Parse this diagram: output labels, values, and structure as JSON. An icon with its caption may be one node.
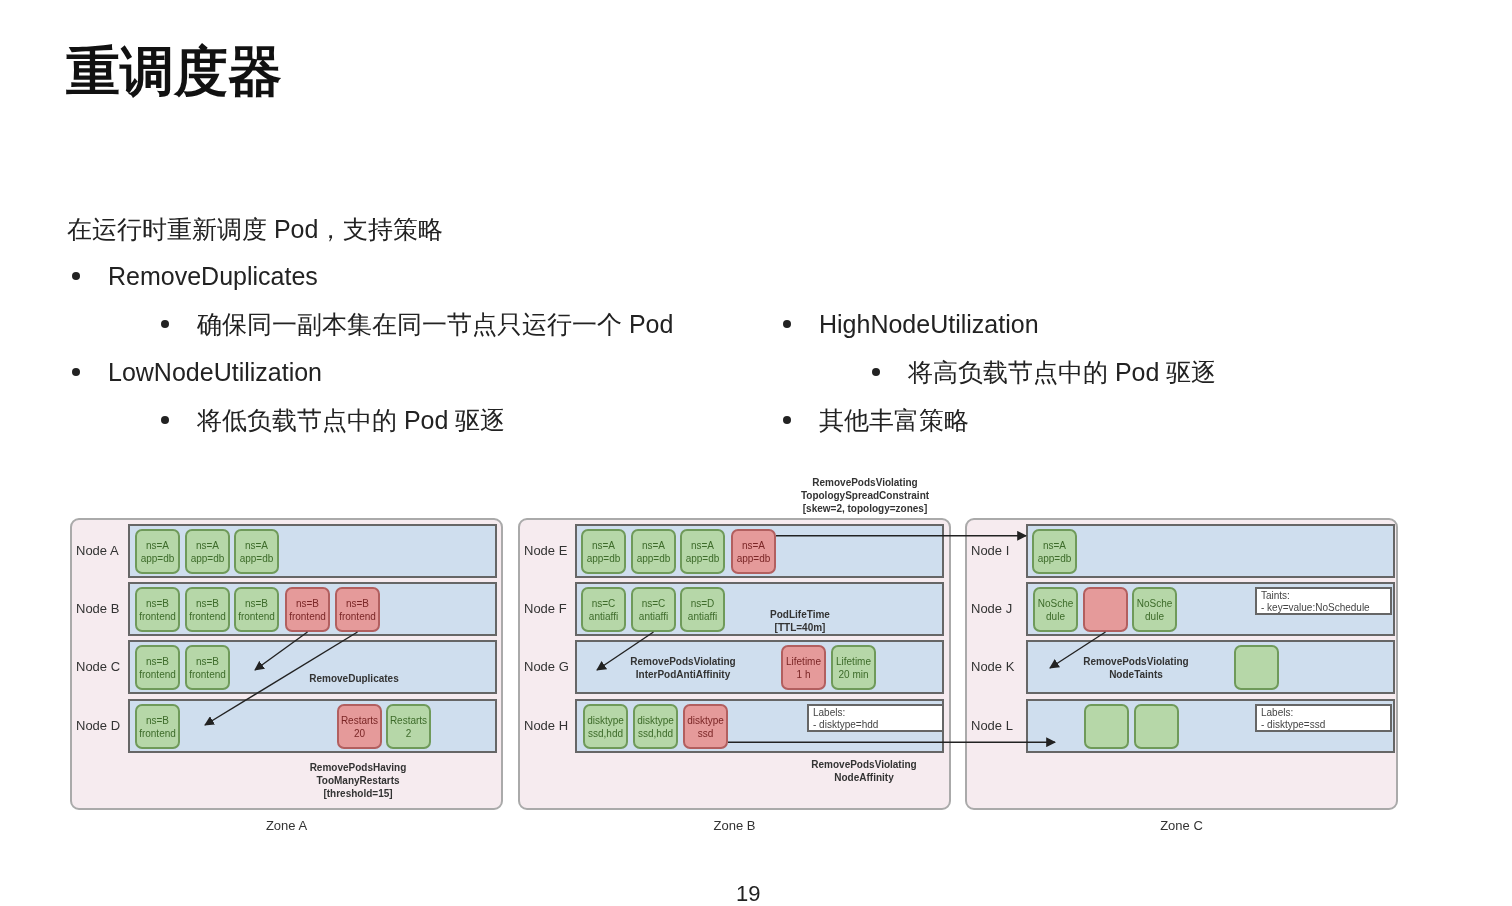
{
  "diagram": {
    "title": "重调度器",
    "nodes": [
      {
        "text": [
          "Zone A"
        ]
      },
      {
        "text": [
          "Node A"
        ],
        "in": 0
      },
      {
        "text": [
          "ns=A app=db"
        ],
        "in": 1
      },
      {
        "text": [
          "ns=A app=db"
        ],
        "in": 1
      },
      {
        "text": [
          "ns=A app=db"
        ],
        "in": 1
      },
      {
        "text": [
          "Node B"
        ],
        "in": 0
      },
      {
        "text": [
          "ns=B frontend"
        ],
        "in": 5
      },
      {
        "text": [
          "ns=B frontend"
        ],
        "in": 5
      },
      {
        "text": [
          "ns=B frontend"
        ],
        "in": 5
      },
      {
        "text": [
          "ns=B frontend"
        ],
        "in": 5
      },
      {
        "text": [
          "ns=B frontend"
        ],
        "in": 5
      },
      {
        "text": [
          "Node C"
        ],
        "in": 0
      },
      {
        "text": [
          "ns=B frontend"
        ],
        "in": 11
      },
      {
        "text": [
          "ns=B frontend"
        ],
        "in": 11
      },
      {
        "text": [
          "Node D"
        ],
        "in": 0
      },
      {
        "text": [
          "ns=B frontend"
        ],
        "in": 14
      },
      {
        "text": [
          "Restarts 20"
        ],
        "in": 14
      },
      {
        "text": [
          "Restarts 2"
        ],
        "in": 14
      },
      {
        "text": [
          "Zone B"
        ]
      },
      {
        "text": [
          "Node E"
        ],
        "in": 18
      },
      {
        "text": [
          "ns=A app=db"
        ],
        "in": 19
      },
      {
        "text": [
          "ns=A app=db"
        ],
        "in": 19
      },
      {
        "text": [
          "ns=A app=db"
        ],
        "in": 19
      },
      {
        "text": [
          "ns=A app=db"
        ],
        "in": 19
      },
      {
        "text": [
          "Node F"
        ],
        "in": 18
      },
      {
        "text": [
          "ns=C antiaffi"
        ],
        "in": 24
      },
      {
        "text": [
          "ns=C antiaffi"
        ],
        "in": 24
      },
      {
        "text": [
          "ns=D antiaffi"
        ],
        "in": 24
      },
      {
        "text": [
          "Node G"
        ],
        "in": 18
      },
      {
        "text": [
          "Lifetime 1 h"
        ],
        "in": 28
      },
      {
        "text": [
          "Lifetime 20 min"
        ],
        "in": 28
      },
      {
        "text": [
          "Node H"
        ],
        "in": 18
      },
      {
        "text": [
          "disktype ssd,hdd"
        ],
        "in": 31
      },
      {
        "text": [
          "disktype ssd,hdd"
        ],
        "in": 31
      },
      {
        "text": [
          "disktype ssd"
        ],
        "in": 31
      },
      {
        "text": [
          "Labels:",
          "- disktype=hdd"
        ],
        "in": 31
      },
      {
        "text": [
          "Zone C"
        ]
      },
      {
        "text": [
          "Node I"
        ],
        "in": 36
      },
      {
        "text": [
          "ns=A app=db"
        ],
        "in": 37
      },
      {
        "text": [
          "Node J"
        ],
        "in": 36
      },
      {
        "text": [
          "NoSche dule"
        ],
        "in": 39
      },
      {
        "text": [],
        "shape": "box",
        "in": 39
      },
      {
        "text": [
          "NoSche dule"
        ],
        "in": 39
      },
      {
        "text": [
          "Taints:",
          "- key=value:NoSchedule"
        ],
        "in": 39
      },
      {
        "text": [
          "Node K"
        ],
        "in": 36
      },
      {
        "text": [],
        "shape": "box",
        "in": 44
      },
      {
        "text": [
          "Node L"
        ],
        "in": 36
      },
      {
        "text": [],
        "shape": "box",
        "in": 46
      },
      {
        "text": [],
        "shape": "box",
        "in": 46
      },
      {
        "text": [
          "Labels:",
          "- disktype=ssd"
        ],
        "in": 46
      }
    ],
    "edges": [
      {
        "from": 9,
        "to": 11,
        "arrow": "to"
      },
      {
        "from": 10,
        "to": 14,
        "arrow": "to"
      },
      {
        "from": 26,
        "to": 28,
        "arrow": "to"
      },
      {
        "from": 23,
        "to": 37,
        "arrow": "to"
      },
      {
        "from": 34,
        "to": 46,
        "arrow": "to"
      },
      {
        "from": 41,
        "to": 44,
        "arrow": "to"
      }
    ],
    "labels": [
      "在运行时重新调度 Pod，支持策略",
      "RemoveDuplicates",
      "确保同一副本集在同一节点只运行一个 Pod",
      "LowNodeUtilization",
      "将低负载节点中的 Pod 驱逐",
      "HighNodeUtilization",
      "将高负载节点中的 Pod 驱逐",
      "其他丰富策略",
      "RemovePodsViolating TopologySpreadConstraint [skew=2, topology=zones]",
      "RemoveDuplicates",
      "RemovePodsHaving TooManyRestarts [threshold=15]",
      "PodLifeTime [TTL=40m]",
      "RemovePodsViolating InterPodAntiAffinity",
      "RemovePodsViolating NodeAffinity",
      "RemovePodsViolating NodeTaints",
      "19"
    ]
  }
}
